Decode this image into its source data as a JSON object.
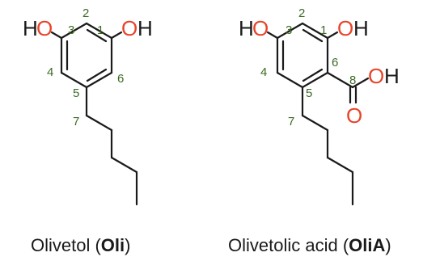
{
  "colors": {
    "oxygen": "#e8442a",
    "hydrogen": "#1a1a1a",
    "atom_number": "#3d6b25",
    "bond": "#1a1a1a"
  },
  "olivetol": {
    "atoms": {
      "h_left": "H",
      "o_left": "O",
      "o_right": "O",
      "h_right": "H"
    },
    "numbers": {
      "n1": "1",
      "n2": "2",
      "n3": "3",
      "n4": "4",
      "n5": "5",
      "n6": "6",
      "n7": "7"
    },
    "caption": {
      "prefix": "Olivetol (",
      "bold": "Oli",
      "suffix": ")"
    }
  },
  "olivetolic_acid": {
    "atoms": {
      "h_left": "H",
      "o_left": "O",
      "o_right": "O",
      "h_right": "H",
      "o_acid": "O",
      "h_acid": "H",
      "o_carbonyl": "O"
    },
    "numbers": {
      "n1": "1",
      "n2": "2",
      "n3": "3",
      "n4": "4",
      "n5": "5",
      "n6": "6",
      "n7": "7",
      "n8": "8"
    },
    "caption": {
      "prefix": "Olivetolic acid (",
      "bold": "OliA",
      "suffix": ")"
    }
  }
}
